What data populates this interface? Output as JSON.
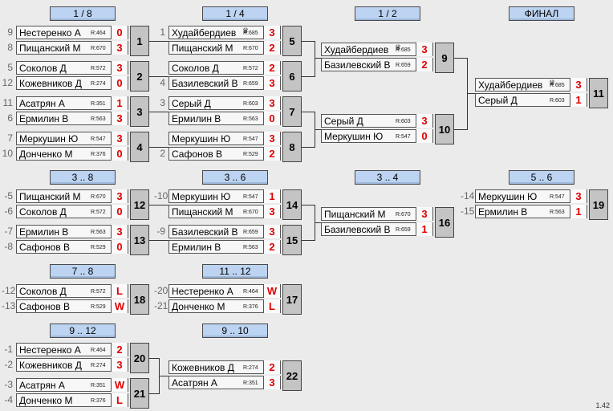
{
  "headers": {
    "r1": "1 / 8",
    "r2": "1 / 4",
    "r3": "1 / 2",
    "r4": "ФИНАЛ",
    "p38": "3 .. 8",
    "p36": "3 .. 6",
    "p34": "3 .. 4",
    "p56": "5 .. 6",
    "p78": "7 .. 8",
    "p1112": "11 .. 12",
    "p912": "9 .. 12",
    "p910": "9 .. 10"
  },
  "matches": [
    {
      "id": "m1",
      "num": "1",
      "p": [
        {
          "seed": "9",
          "name": "Нестеренко А",
          "rating": "R:464",
          "score": "0"
        },
        {
          "seed": "8",
          "name": "Пищанский М",
          "rating": "R:670",
          "score": "3"
        }
      ]
    },
    {
      "id": "m2",
      "num": "2",
      "p": [
        {
          "seed": "5",
          "name": "Соколов Д",
          "rating": "R:572",
          "score": "3"
        },
        {
          "seed": "12",
          "name": "Кожевников Д",
          "rating": "R:274",
          "score": "0"
        }
      ]
    },
    {
      "id": "m3",
      "num": "3",
      "p": [
        {
          "seed": "11",
          "name": "Асатрян А",
          "rating": "R:351",
          "score": "1"
        },
        {
          "seed": "6",
          "name": "Ермилин В",
          "rating": "R:563",
          "score": "3"
        }
      ]
    },
    {
      "id": "m4",
      "num": "4",
      "p": [
        {
          "seed": "7",
          "name": "Меркушин Ю",
          "rating": "R:547",
          "score": "3"
        },
        {
          "seed": "10",
          "name": "Донченко М",
          "rating": "R:376",
          "score": "0"
        }
      ]
    },
    {
      "id": "m5",
      "num": "5",
      "p": [
        {
          "seed": "1",
          "name": "Худайбердиев",
          "rating": "R:685",
          "score": "3",
          "crown": true
        },
        {
          "seed": "",
          "name": "Пищанский М",
          "rating": "R:670",
          "score": "2"
        }
      ]
    },
    {
      "id": "m6",
      "num": "6",
      "p": [
        {
          "seed": "",
          "name": "Соколов Д",
          "rating": "R:572",
          "score": "2"
        },
        {
          "seed": "4",
          "name": "Базилевский В",
          "rating": "R:659",
          "score": "3"
        }
      ]
    },
    {
      "id": "m7",
      "num": "7",
      "p": [
        {
          "seed": "3",
          "name": "Серый Д",
          "rating": "R:603",
          "score": "3"
        },
        {
          "seed": "",
          "name": "Ермилин В",
          "rating": "R:563",
          "score": "0"
        }
      ]
    },
    {
      "id": "m8",
      "num": "8",
      "p": [
        {
          "seed": "",
          "name": "Меркушин Ю",
          "rating": "R:547",
          "score": "3"
        },
        {
          "seed": "2",
          "name": "Сафонов В",
          "rating": "R:529",
          "score": "2"
        }
      ]
    },
    {
      "id": "m9",
      "num": "9",
      "p": [
        {
          "seed": "",
          "name": "Худайбердиев",
          "rating": "R:685",
          "score": "3",
          "crown": true
        },
        {
          "seed": "",
          "name": "Базилевский В",
          "rating": "R:659",
          "score": "2"
        }
      ]
    },
    {
      "id": "m10",
      "num": "10",
      "p": [
        {
          "seed": "",
          "name": "Серый Д",
          "rating": "R:603",
          "score": "3"
        },
        {
          "seed": "",
          "name": "Меркушин Ю",
          "rating": "R:547",
          "score": "0"
        }
      ]
    },
    {
      "id": "m11",
      "num": "11",
      "p": [
        {
          "seed": "",
          "name": "Худайбердиев",
          "rating": "R:685",
          "score": "3",
          "crown": true
        },
        {
          "seed": "",
          "name": "Серый Д",
          "rating": "R:603",
          "score": "1"
        }
      ]
    },
    {
      "id": "m12",
      "num": "12",
      "p": [
        {
          "seed": "-5",
          "name": "Пищанский М",
          "rating": "R:670",
          "score": "3"
        },
        {
          "seed": "-6",
          "name": "Соколов Д",
          "rating": "R:572",
          "score": "0"
        }
      ]
    },
    {
      "id": "m13",
      "num": "13",
      "p": [
        {
          "seed": "-7",
          "name": "Ермилин В",
          "rating": "R:563",
          "score": "3"
        },
        {
          "seed": "-8",
          "name": "Сафонов В",
          "rating": "R:529",
          "score": "0"
        }
      ]
    },
    {
      "id": "m14",
      "num": "14",
      "p": [
        {
          "seed": "-10",
          "name": "Меркушин Ю",
          "rating": "R:547",
          "score": "1"
        },
        {
          "seed": "",
          "name": "Пищанский М",
          "rating": "R:670",
          "score": "3"
        }
      ]
    },
    {
      "id": "m15",
      "num": "15",
      "p": [
        {
          "seed": "-9",
          "name": "Базилевский В",
          "rating": "R:659",
          "score": "3"
        },
        {
          "seed": "",
          "name": "Ермилин В",
          "rating": "R:563",
          "score": "2"
        }
      ]
    },
    {
      "id": "m16",
      "num": "16",
      "p": [
        {
          "seed": "",
          "name": "Пищанский М",
          "rating": "R:670",
          "score": "3"
        },
        {
          "seed": "",
          "name": "Базилевский В",
          "rating": "R:659",
          "score": "1"
        }
      ]
    },
    {
      "id": "m19",
      "num": "19",
      "p": [
        {
          "seed": "-14",
          "name": "Меркушин Ю",
          "rating": "R:547",
          "score": "3"
        },
        {
          "seed": "-15",
          "name": "Ермилин В",
          "rating": "R:563",
          "score": "1"
        }
      ]
    },
    {
      "id": "m18",
      "num": "18",
      "p": [
        {
          "seed": "-12",
          "name": "Соколов Д",
          "rating": "R:572",
          "score": "L"
        },
        {
          "seed": "-13",
          "name": "Сафонов В",
          "rating": "R:529",
          "score": "W"
        }
      ]
    },
    {
      "id": "m17",
      "num": "17",
      "p": [
        {
          "seed": "-20",
          "name": "Нестеренко А",
          "rating": "R:464",
          "score": "W"
        },
        {
          "seed": "-21",
          "name": "Донченко М",
          "rating": "R:376",
          "score": "L"
        }
      ]
    },
    {
      "id": "m20",
      "num": "20",
      "p": [
        {
          "seed": "-1",
          "name": "Нестеренко А",
          "rating": "R:464",
          "score": "2"
        },
        {
          "seed": "-2",
          "name": "Кожевников Д",
          "rating": "R:274",
          "score": "3"
        }
      ]
    },
    {
      "id": "m21",
      "num": "21",
      "p": [
        {
          "seed": "-3",
          "name": "Асатрян А",
          "rating": "R:351",
          "score": "W"
        },
        {
          "seed": "-4",
          "name": "Донченко М",
          "rating": "R:376",
          "score": "L"
        }
      ]
    },
    {
      "id": "m22",
      "num": "22",
      "p": [
        {
          "seed": "",
          "name": "Кожевников Д",
          "rating": "R:274",
          "score": "2"
        },
        {
          "seed": "",
          "name": "Асатрян А",
          "rating": "R:351",
          "score": "3"
        }
      ]
    }
  ],
  "crown_glyph": "♛",
  "version": "1.42"
}
